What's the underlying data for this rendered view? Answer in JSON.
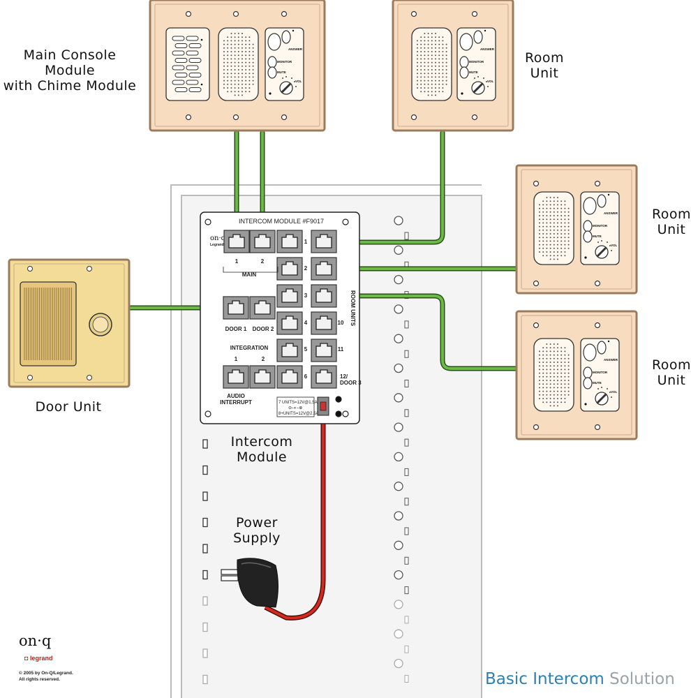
{
  "labels": {
    "main_console": [
      "Main Console Module",
      "with Chime Module"
    ],
    "room_unit_top": [
      "Room",
      "Unit"
    ],
    "room_unit_mid": [
      "Room",
      "Unit"
    ],
    "room_unit_bot": [
      "Room",
      "Unit"
    ],
    "door_unit": "Door Unit",
    "intercom_module": [
      "Intercom",
      "Module"
    ],
    "power_supply": [
      "Power",
      "Supply"
    ]
  },
  "module": {
    "title": "INTERCOM MODULE #F9017",
    "brand": "on·q",
    "brand_sub": "Legrand",
    "main": "MAIN",
    "main_ports": [
      "1",
      "2"
    ],
    "door_ports": [
      "DOOR 1",
      "DOOR 2"
    ],
    "integration": "INTEGRATION",
    "integration_ports": [
      "1",
      "2"
    ],
    "audio_interrupt": [
      "AUDIO",
      "INTERRUPT"
    ],
    "room_units": "ROOM UNITS",
    "room_ports": [
      "1",
      "2",
      "3",
      "4",
      "5",
      "6",
      "10",
      "11",
      "12/",
      "DOOR 3"
    ],
    "power_spec": [
      "7 UNITS=12V@1.5A",
      "8+UNITS=12V@2.5A"
    ]
  },
  "station": {
    "answer": "ANSWER",
    "monitor": "MONITOR",
    "mute": "MUTE",
    "vol": "VOL"
  },
  "footer": {
    "logo": "on·q",
    "logo_sub": "legrand",
    "copyright": [
      "© 2005 by On-Q/Legrand.",
      "All rights reserved."
    ],
    "title_a": "Basic Intercom",
    "title_b": " Solution"
  },
  "colors": {
    "cable_data": "#6aba45",
    "cable_power": "#d42a1f",
    "plate": "#f7dcc0",
    "plate_border": "#9a7b5e",
    "door_plate": "#f3dc98",
    "title_blue": "#2e7fb3"
  }
}
